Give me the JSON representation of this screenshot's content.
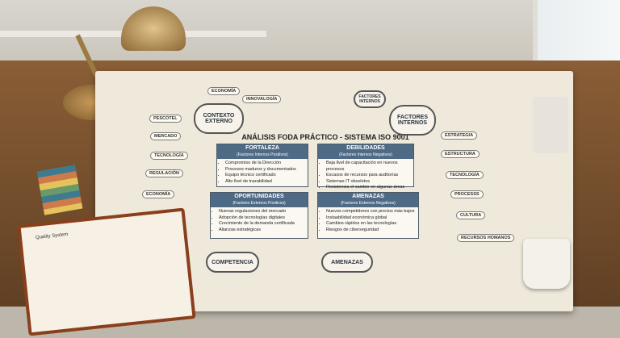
{
  "title": "ANÁLISIS FODA PRÁCTICO - SISTEMA ISO 9001",
  "left_bubbles": {
    "contexto": "CONTEXTO EXTERNO",
    "competencia": "COMPETENCIA",
    "amenazas": "AMENAZAS"
  },
  "right_bubbles": {
    "factores_internos": "FACTORES INTERNOS",
    "factores_internos_small": "FACTORES INTERNOS"
  },
  "left_pills": [
    "ECONOMÍA",
    "INNOVALOGÍA",
    "PESCOTEL",
    "MERCADO",
    "TECNOLOGÍA",
    "REGULACIÓN",
    "ECONOMÍA"
  ],
  "right_pills": [
    "ESTRATEGIA",
    "ESTRUCTURA",
    "TECNOLOGÍA",
    "PROCESSS",
    "CULTURA",
    "RECURSOS HOMANOS"
  ],
  "fortaleza": {
    "head": "FORTALEZA",
    "sub": "(Factores Internos Positivos)",
    "items": [
      "Compromiso de la Dirección",
      "Procesos maduros y documentados",
      "Equipo técnico certificado",
      "Alto llvel de trazabilidad"
    ]
  },
  "debilidades": {
    "head": "DEBILIDADES",
    "sub": "(Factores Internos Negativos)",
    "items": [
      "Baja llvel de capacitación en nuevos procesos",
      "Escasos de recursos para auditorías",
      "Sistemas IT obsoletos",
      "Resistencia el cambio en algunas áreas"
    ]
  },
  "oportunidades": {
    "head": "OPORTUNIDADES",
    "sub": "(Factores Externos Positivos)",
    "items": [
      "Nuevas regulaciones del mercado",
      "Adopción de tecnologías digitales",
      "Crecimiento de la demanda certificada",
      "Alianzas estratégicas"
    ]
  },
  "amenazas_box": {
    "head": "AMENAZAS",
    "sub": "(Factores Externos Negativos)",
    "items": [
      "Nuevos competidores con precios más bajos",
      "Instaabilidad económica global",
      "Cambios rápidos en las tecnologías",
      "Riesgos de ciberseguridad"
    ]
  },
  "notebook_title": "Quality System",
  "colors": {
    "desk": "#7a5230",
    "paper": "#efe9dc",
    "box_head": "#4e6a85"
  }
}
